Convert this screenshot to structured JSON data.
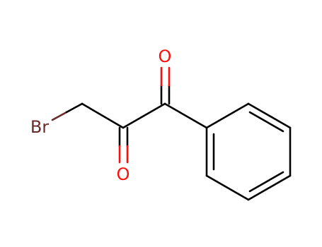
{
  "molecule": {
    "atoms": {
      "bromine": {
        "symbol": "Br",
        "color": "#6b2a2a"
      },
      "oxygen_top": {
        "symbol": "O",
        "color": "#ff0d0d"
      },
      "oxygen_bottom": {
        "symbol": "O",
        "color": "#ff0d0d"
      }
    },
    "colors": {
      "bond": "#000000",
      "background": "#ffffff"
    }
  }
}
